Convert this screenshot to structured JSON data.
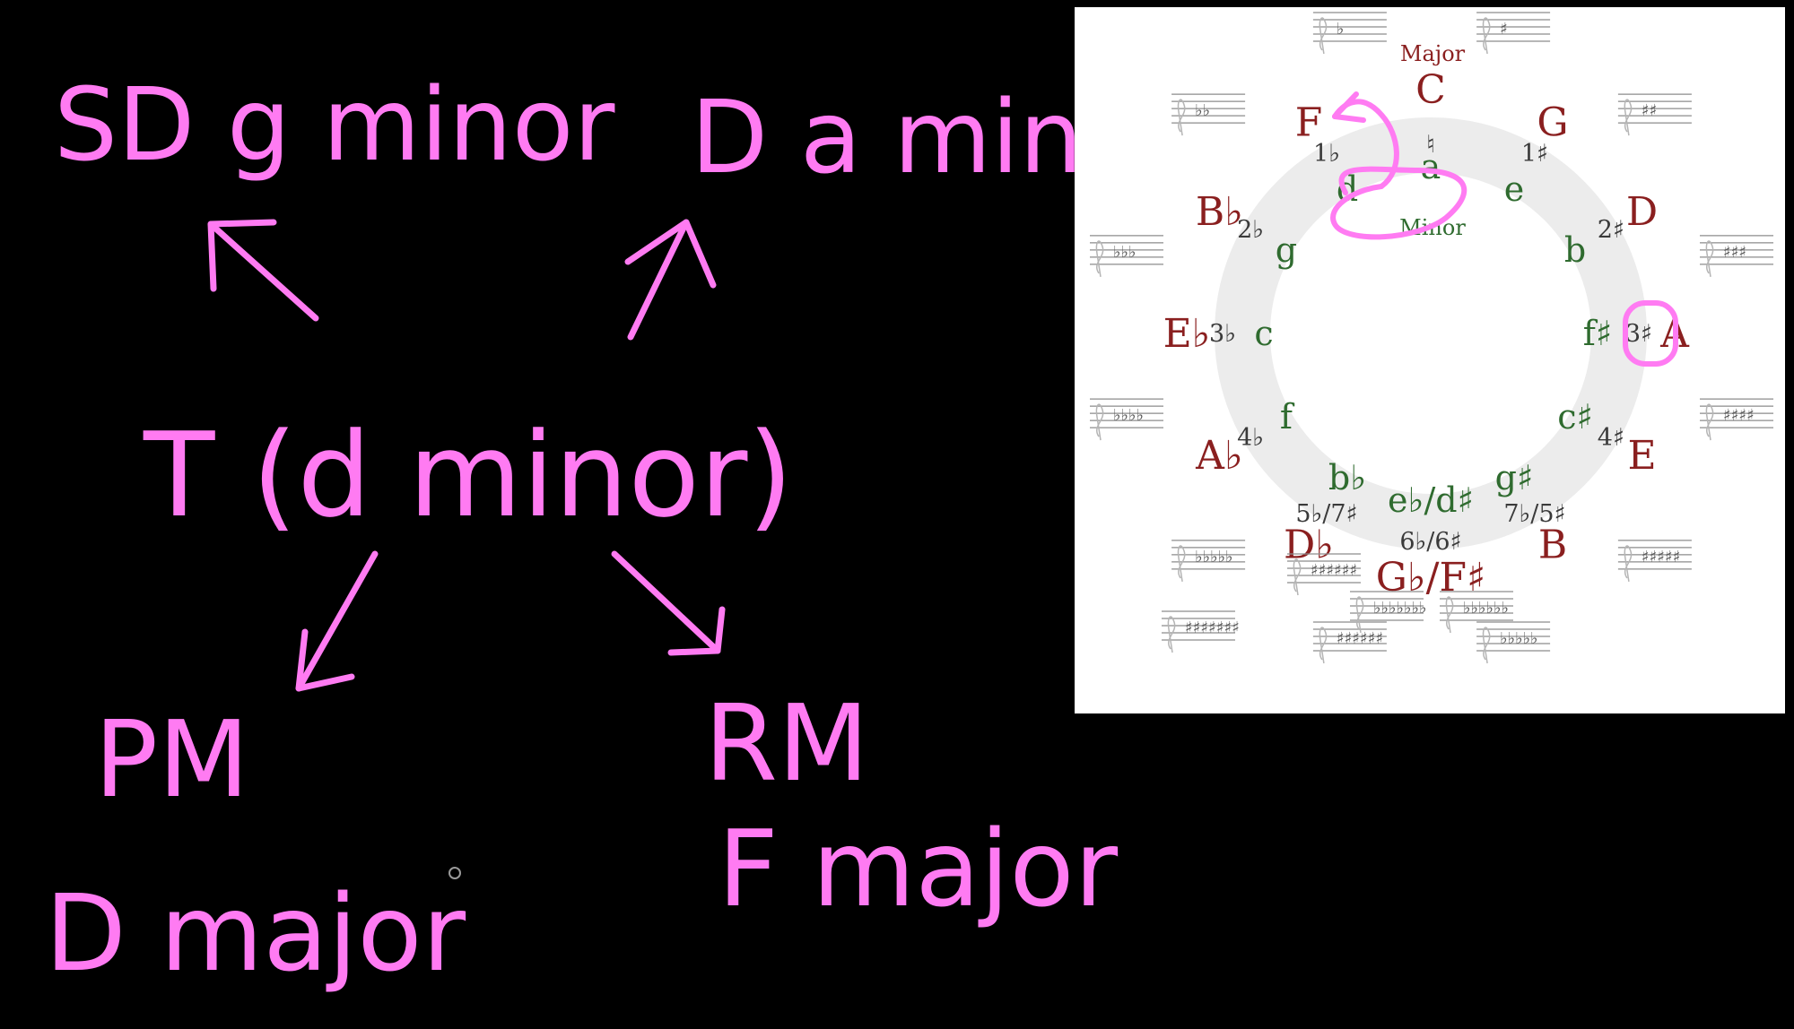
{
  "colors": {
    "background": "#000000",
    "ink": "#ff7bf2",
    "major_text": "#8a1f1f",
    "minor_text": "#2f6b2f",
    "ring": "#ececec"
  },
  "whiteboard": {
    "top_left": "SD g minor",
    "top_right": "D a minor",
    "center": "T (d minor)",
    "bottom_left_title": "PM",
    "bottom_left_sub": "D major",
    "bottom_right_title": "RM",
    "bottom_right_sub": "F major"
  },
  "circle_of_fifths": {
    "major_label": "Major",
    "minor_label": "Minor",
    "center_symbol": "♮",
    "keys": [
      {
        "major": "C",
        "minor": "a",
        "signature": ""
      },
      {
        "major": "G",
        "minor": "e",
        "signature": "1♯"
      },
      {
        "major": "D",
        "minor": "b",
        "signature": "2♯"
      },
      {
        "major": "A",
        "minor": "f♯",
        "signature": "3♯"
      },
      {
        "major": "E",
        "minor": "c♯",
        "signature": "4♯"
      },
      {
        "major": "B",
        "minor": "g♯",
        "signature": "7♭/5♯"
      },
      {
        "major": "G♭/F♯",
        "minor": "e♭/d♯",
        "signature": "6♭/6♯"
      },
      {
        "major": "D♭",
        "minor": "b♭",
        "signature": "5♭/7♯"
      },
      {
        "major": "A♭",
        "minor": "f",
        "signature": "4♭"
      },
      {
        "major": "E♭",
        "minor": "c",
        "signature": "3♭"
      },
      {
        "major": "B♭",
        "minor": "g",
        "signature": "2♭"
      },
      {
        "major": "F",
        "minor": "d",
        "signature": "1♭"
      }
    ],
    "staff_accidentals": [
      "♭",
      "♯",
      "♯♯",
      "♯♯♯",
      "♯♯♯♯",
      "♯♯♯♯♯",
      "♭♭♭♭♭",
      "♯♯♯♯♯♯",
      "♭♭♭♭♭",
      "♭♭♭♭",
      "♭♭♭",
      "♭♭",
      "♯♯♯♯♯♯♯",
      "♭♭♭♭♭♭♭",
      "♭♭♭♭♭♭",
      "♯♯♯♯♯♯"
    ]
  }
}
